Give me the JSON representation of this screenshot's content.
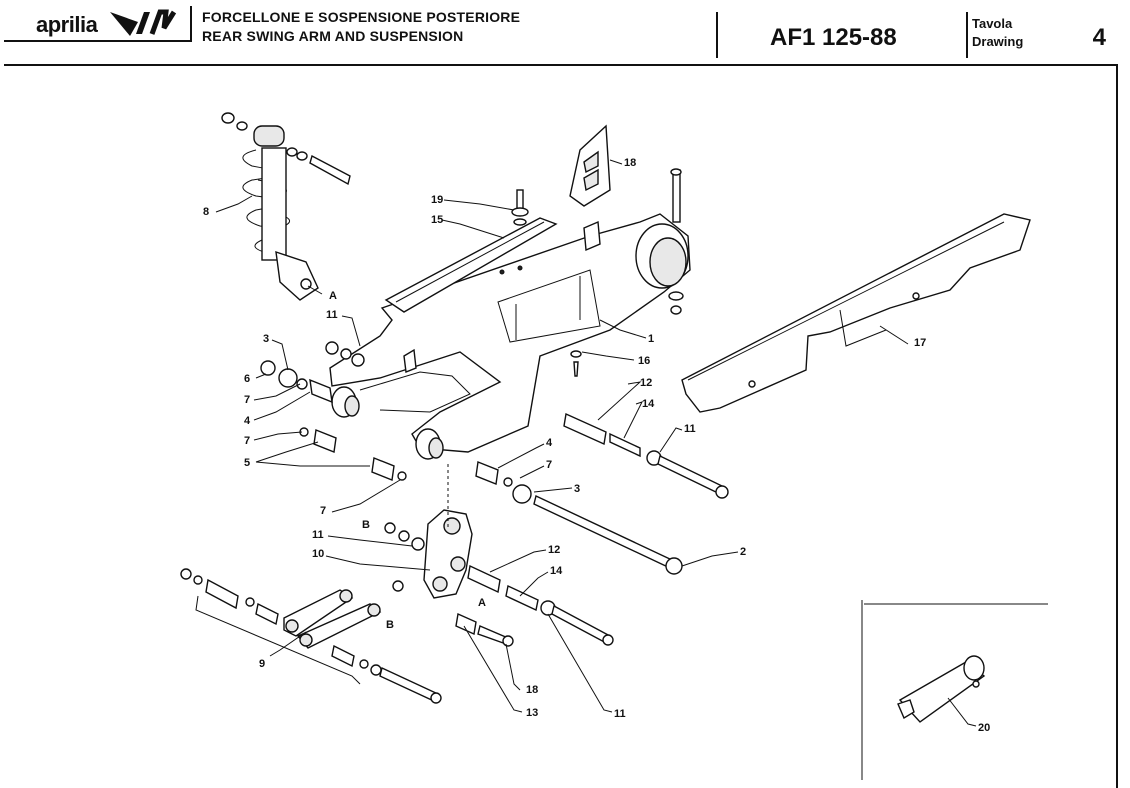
{
  "header": {
    "brand": "aprilia",
    "title_it": "FORCELLONE E SOSPENSIONE POSTERIORE",
    "title_en": "REAR SWING ARM AND SUSPENSION",
    "model_code": "AF1 125-88",
    "drawing_label_it": "Tavola",
    "drawing_label_en": "Drawing",
    "drawing_number": "4"
  },
  "callouts": {
    "p1": "1",
    "p2": "2",
    "p3a": "3",
    "p3b": "3",
    "p4a": "4",
    "p4b": "4",
    "p5": "5",
    "p6": "6",
    "p7a": "7",
    "p7b": "7",
    "p7c": "7",
    "p7d": "7",
    "p8": "8",
    "p9": "9",
    "p10": "10",
    "p11a": "11",
    "p11b": "11",
    "p11c": "11",
    "p11d": "11",
    "p12a": "12",
    "p12b": "12",
    "p13": "13",
    "p14a": "14",
    "p14b": "14",
    "p15": "15",
    "p16": "16",
    "p17": "17",
    "p18a": "18",
    "p18b": "18",
    "p19": "19",
    "p20": "20",
    "refA1": "A",
    "refA2": "A",
    "refB1": "B",
    "refB2": "B"
  }
}
